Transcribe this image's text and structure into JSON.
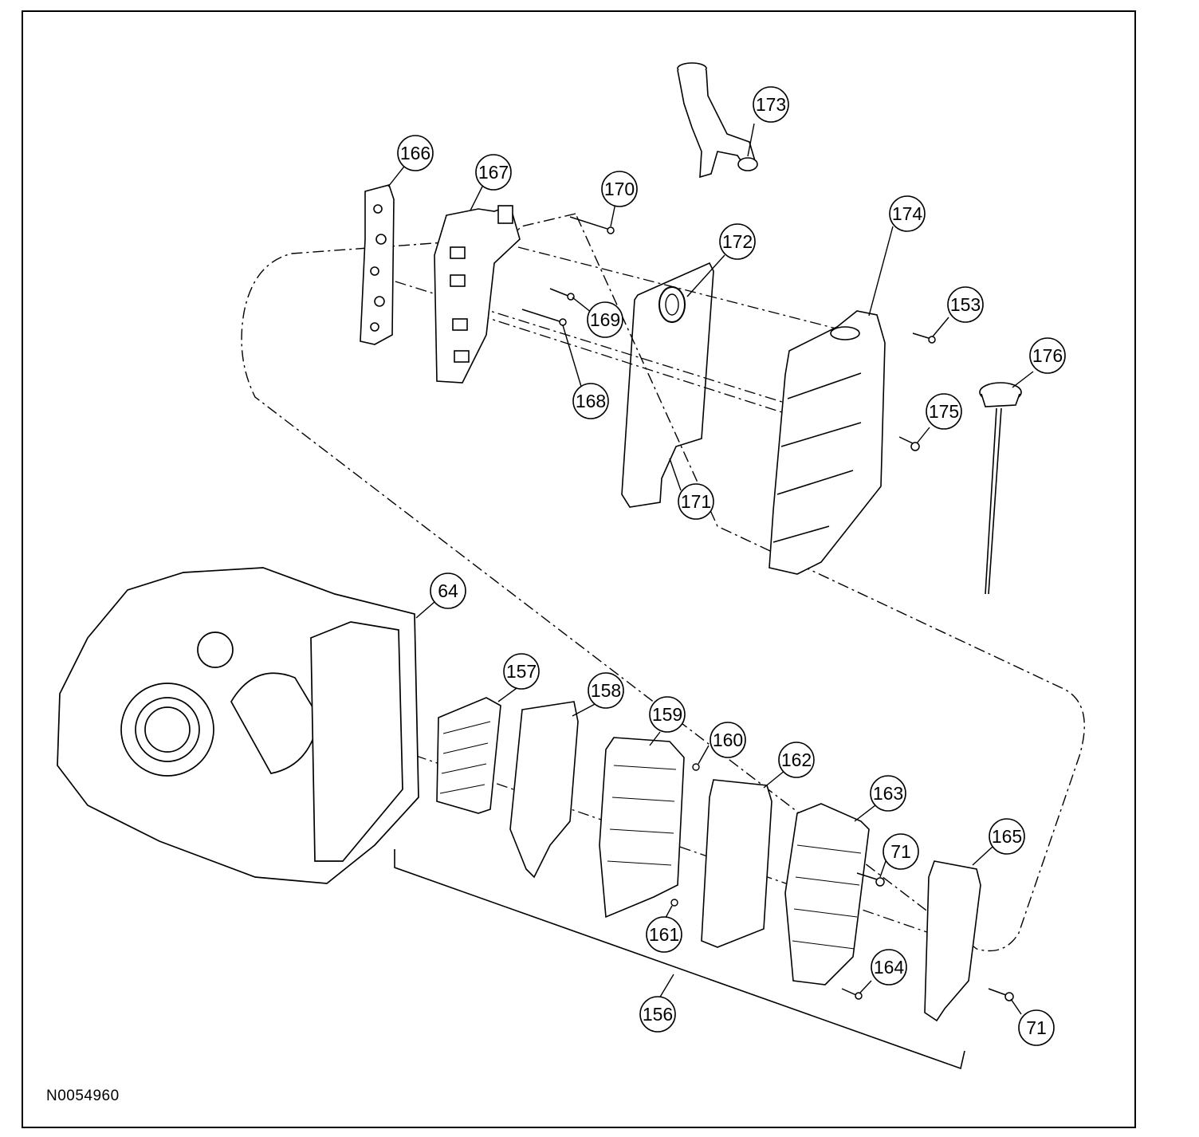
{
  "figure_id": "N0054960",
  "callouts": [
    {
      "id": "c64",
      "label": "64"
    },
    {
      "id": "c71a",
      "label": "71"
    },
    {
      "id": "c71b",
      "label": "71"
    },
    {
      "id": "c153",
      "label": "153"
    },
    {
      "id": "c156",
      "label": "156"
    },
    {
      "id": "c157",
      "label": "157"
    },
    {
      "id": "c158",
      "label": "158"
    },
    {
      "id": "c159",
      "label": "159"
    },
    {
      "id": "c160",
      "label": "160"
    },
    {
      "id": "c161",
      "label": "161"
    },
    {
      "id": "c162",
      "label": "162"
    },
    {
      "id": "c163",
      "label": "163"
    },
    {
      "id": "c164",
      "label": "164"
    },
    {
      "id": "c165",
      "label": "165"
    },
    {
      "id": "c166",
      "label": "166"
    },
    {
      "id": "c167",
      "label": "167"
    },
    {
      "id": "c168",
      "label": "168"
    },
    {
      "id": "c169",
      "label": "169"
    },
    {
      "id": "c170",
      "label": "170"
    },
    {
      "id": "c171",
      "label": "171"
    },
    {
      "id": "c172",
      "label": "172"
    },
    {
      "id": "c173",
      "label": "173"
    },
    {
      "id": "c174",
      "label": "174"
    },
    {
      "id": "c175",
      "label": "175"
    },
    {
      "id": "c176",
      "label": "176"
    }
  ]
}
